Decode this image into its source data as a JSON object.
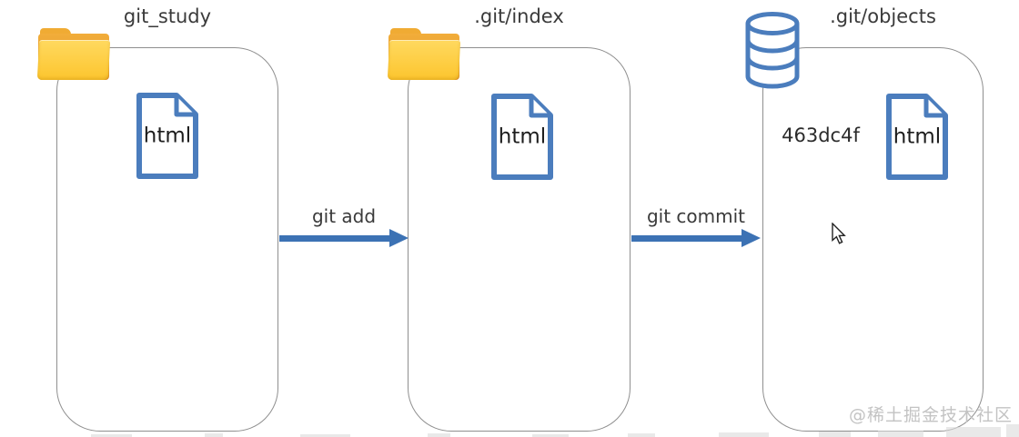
{
  "canvas": {
    "background": "#ffffff"
  },
  "colors": {
    "arrow_blue": "#3c72b4",
    "icon_stroke_blue": "#4b7dbd",
    "folder_yellow": "#fcc52e",
    "box_border_gray": "#8f8f8f",
    "title_text": "#3a3a3a",
    "watermark_gray": "#c3c3c3"
  },
  "containers": [
    {
      "title": "git_study",
      "icon": "folder-icon",
      "files": [
        "html"
      ]
    },
    {
      "title": ".git/index",
      "icon": "folder-icon",
      "files": [
        "html"
      ]
    },
    {
      "title": ".git/objects",
      "icon": "database-icon",
      "object_hash": "463dc4f",
      "files": [
        "html"
      ]
    }
  ],
  "arrows": [
    {
      "label": "git add"
    },
    {
      "label": "git commit"
    }
  ],
  "watermark": "@稀土掘金技术社区"
}
